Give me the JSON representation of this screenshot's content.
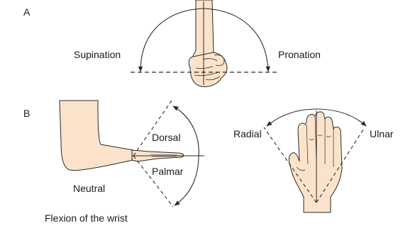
{
  "panels": {
    "a": {
      "letter": "A",
      "left_label": "Supination",
      "right_label": "Pronation"
    },
    "b": {
      "letter": "B",
      "upper_label": "Dorsal",
      "lower_label": "Palmar",
      "position_label": "Neutral",
      "radial_label": "Radial",
      "ulnar_label": "Ulnar",
      "caption": "Flexion of the wrist"
    }
  },
  "colors": {
    "skin": "#fbe3cb",
    "outline": "#2a2a2a"
  }
}
